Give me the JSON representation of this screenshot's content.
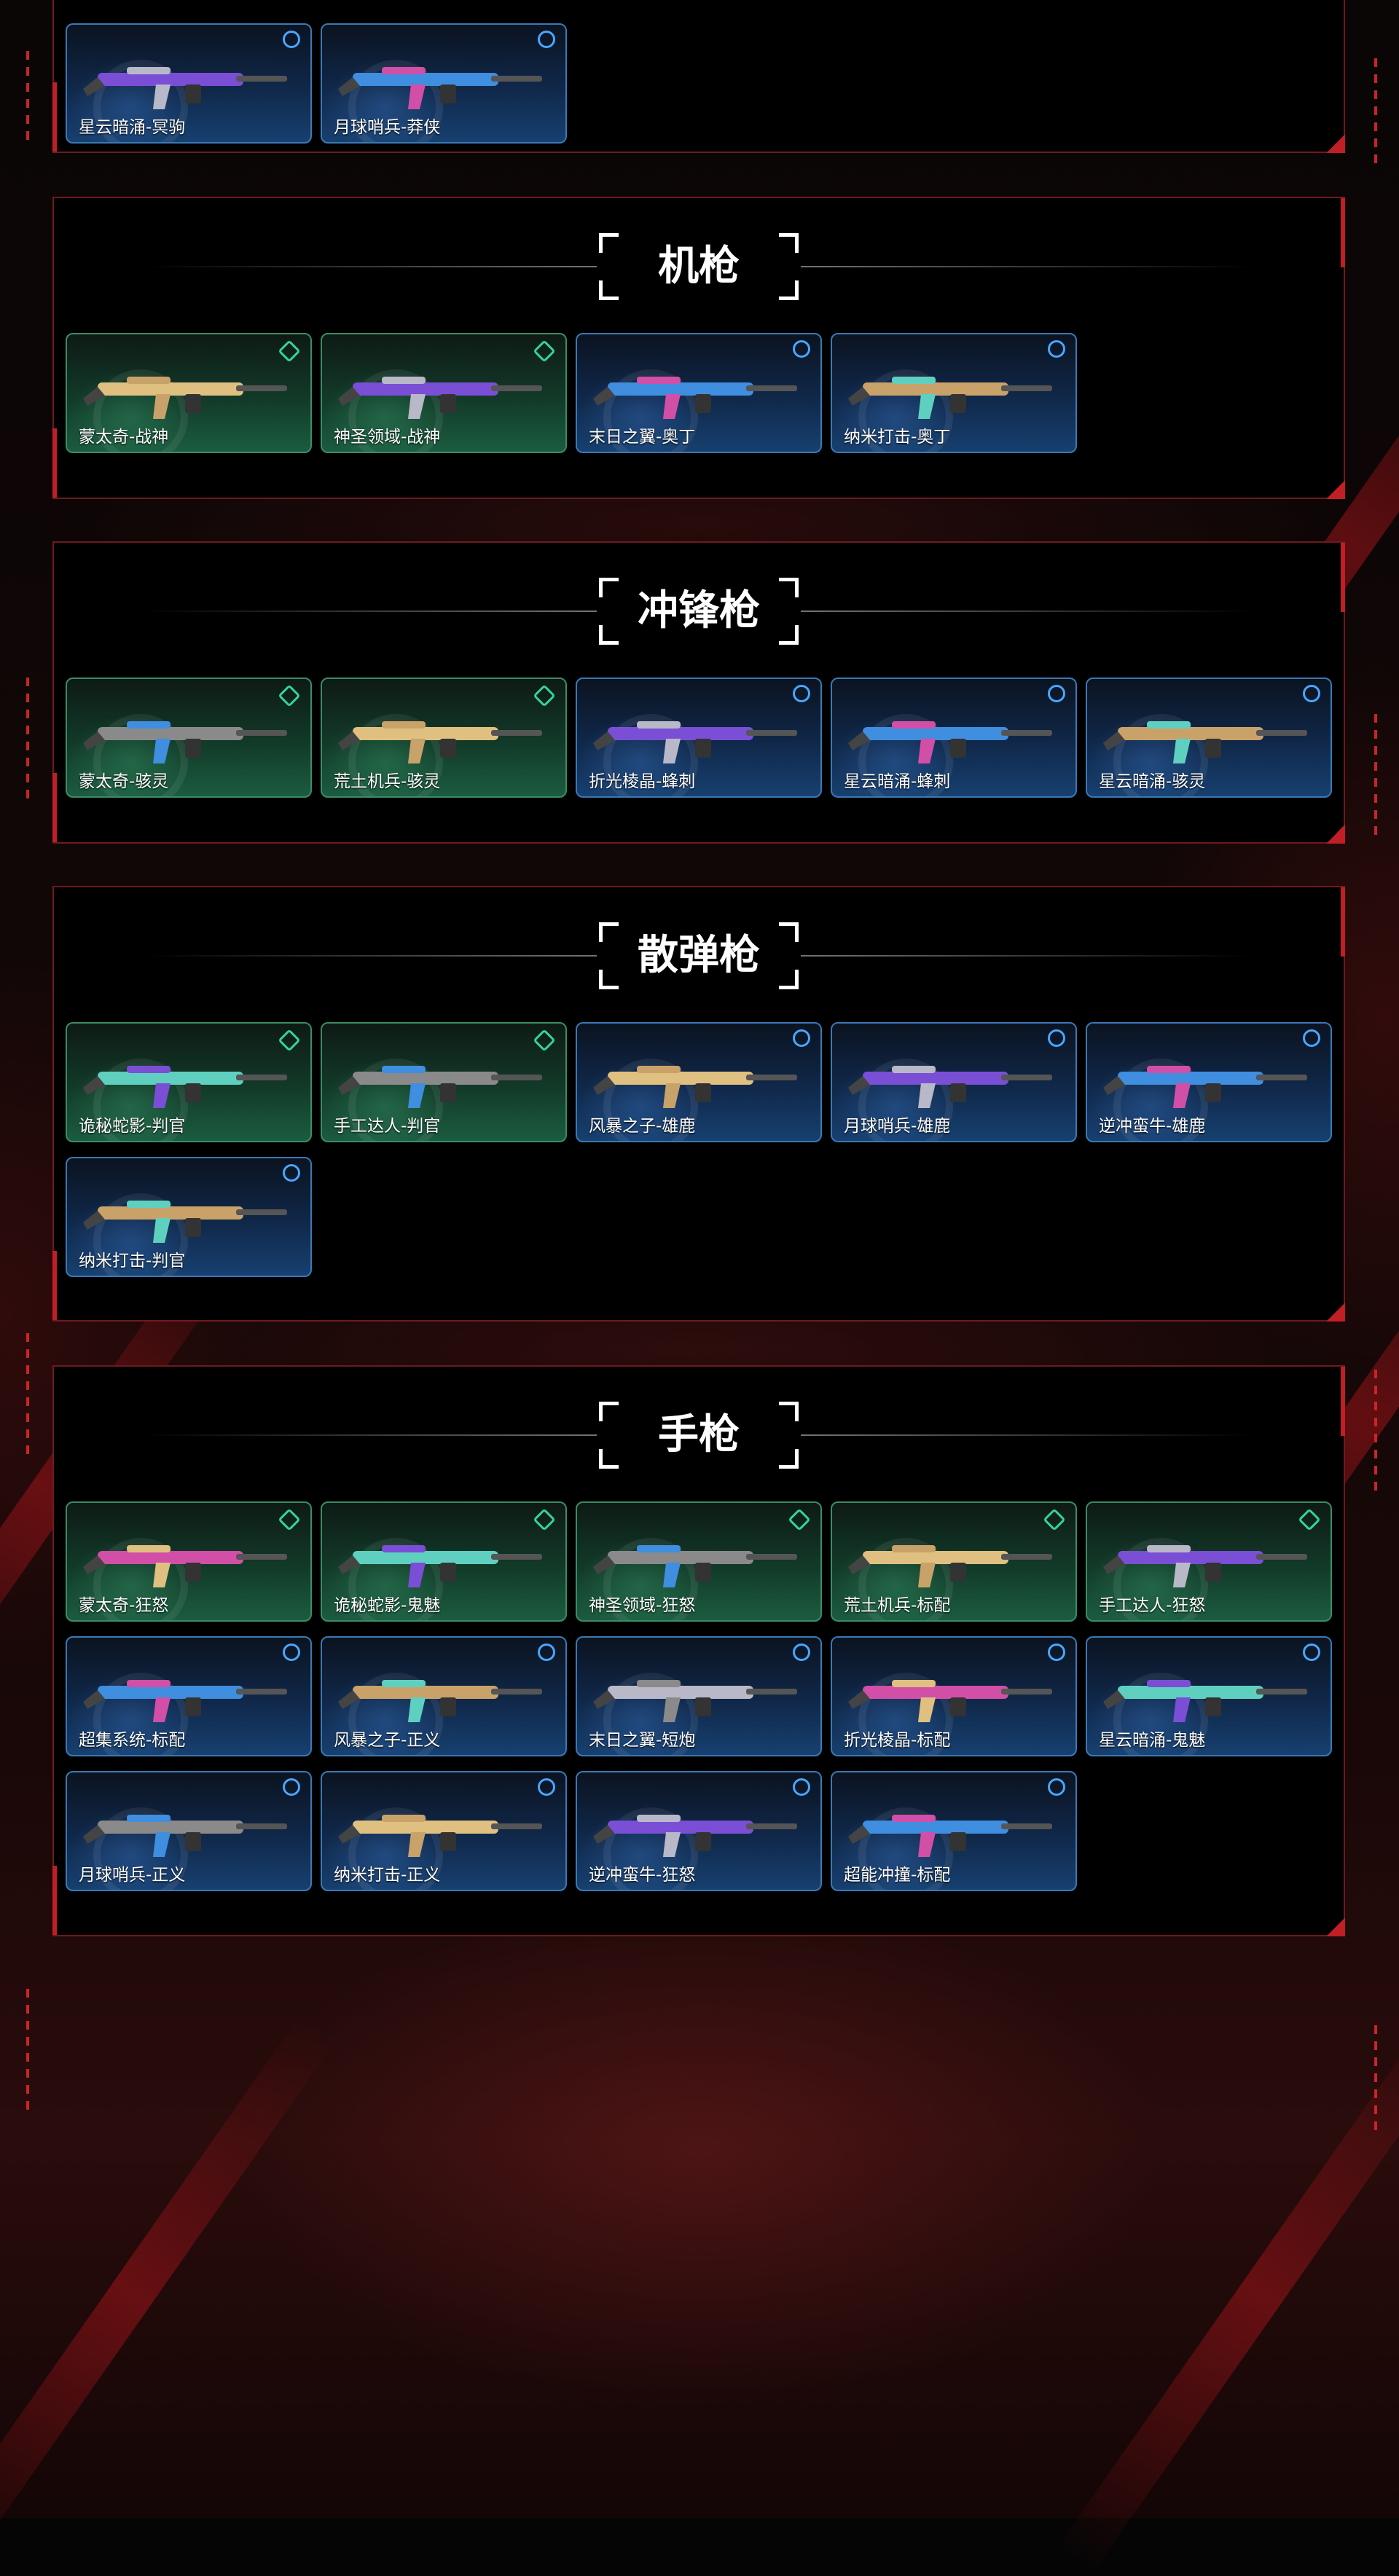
{
  "colors": {
    "accent_red": "#c21e26",
    "tier_green": "#35d39a",
    "tier_blue": "#49a6ff"
  },
  "sections": [
    {
      "title": "",
      "items": [
        {
          "name": "星云暗涌-冥驹",
          "tier": "blue"
        },
        {
          "name": "月球哨兵-莽侠",
          "tier": "blue"
        }
      ]
    },
    {
      "title": "机枪",
      "items": [
        {
          "name": "蒙太奇-战神",
          "tier": "green"
        },
        {
          "name": "神圣领域-战神",
          "tier": "green"
        },
        {
          "name": "末日之翼-奥丁",
          "tier": "blue"
        },
        {
          "name": "纳米打击-奥丁",
          "tier": "blue"
        }
      ]
    },
    {
      "title": "冲锋枪",
      "items": [
        {
          "name": "蒙太奇-骇灵",
          "tier": "green"
        },
        {
          "name": "荒土机兵-骇灵",
          "tier": "green"
        },
        {
          "name": "折光棱晶-蜂刺",
          "tier": "blue"
        },
        {
          "name": "星云暗涌-蜂刺",
          "tier": "blue"
        },
        {
          "name": "星云暗涌-骇灵",
          "tier": "blue"
        }
      ]
    },
    {
      "title": "散弹枪",
      "items": [
        {
          "name": "诡秘蛇影-判官",
          "tier": "green"
        },
        {
          "name": "手工达人-判官",
          "tier": "green"
        },
        {
          "name": "风暴之子-雄鹿",
          "tier": "blue"
        },
        {
          "name": "月球哨兵-雄鹿",
          "tier": "blue"
        },
        {
          "name": "逆冲蛮牛-雄鹿",
          "tier": "blue"
        },
        {
          "name": "纳米打击-判官",
          "tier": "blue"
        }
      ]
    },
    {
      "title": "手枪",
      "items": [
        {
          "name": "蒙太奇-狂怒",
          "tier": "green"
        },
        {
          "name": "诡秘蛇影-鬼魅",
          "tier": "green"
        },
        {
          "name": "神圣领域-狂怒",
          "tier": "green"
        },
        {
          "name": "荒土机兵-标配",
          "tier": "green"
        },
        {
          "name": "手工达人-狂怒",
          "tier": "green"
        },
        {
          "name": "超集系统-标配",
          "tier": "blue"
        },
        {
          "name": "风暴之子-正义",
          "tier": "blue"
        },
        {
          "name": "末日之翼-短炮",
          "tier": "blue"
        },
        {
          "name": "折光棱晶-标配",
          "tier": "blue"
        },
        {
          "name": "星云暗涌-鬼魅",
          "tier": "blue"
        },
        {
          "name": "月球哨兵-正义",
          "tier": "blue"
        },
        {
          "name": "纳米打击-正义",
          "tier": "blue"
        },
        {
          "name": "逆冲蛮牛-狂怒",
          "tier": "blue"
        },
        {
          "name": "超能冲撞-标配",
          "tier": "blue"
        }
      ]
    }
  ]
}
